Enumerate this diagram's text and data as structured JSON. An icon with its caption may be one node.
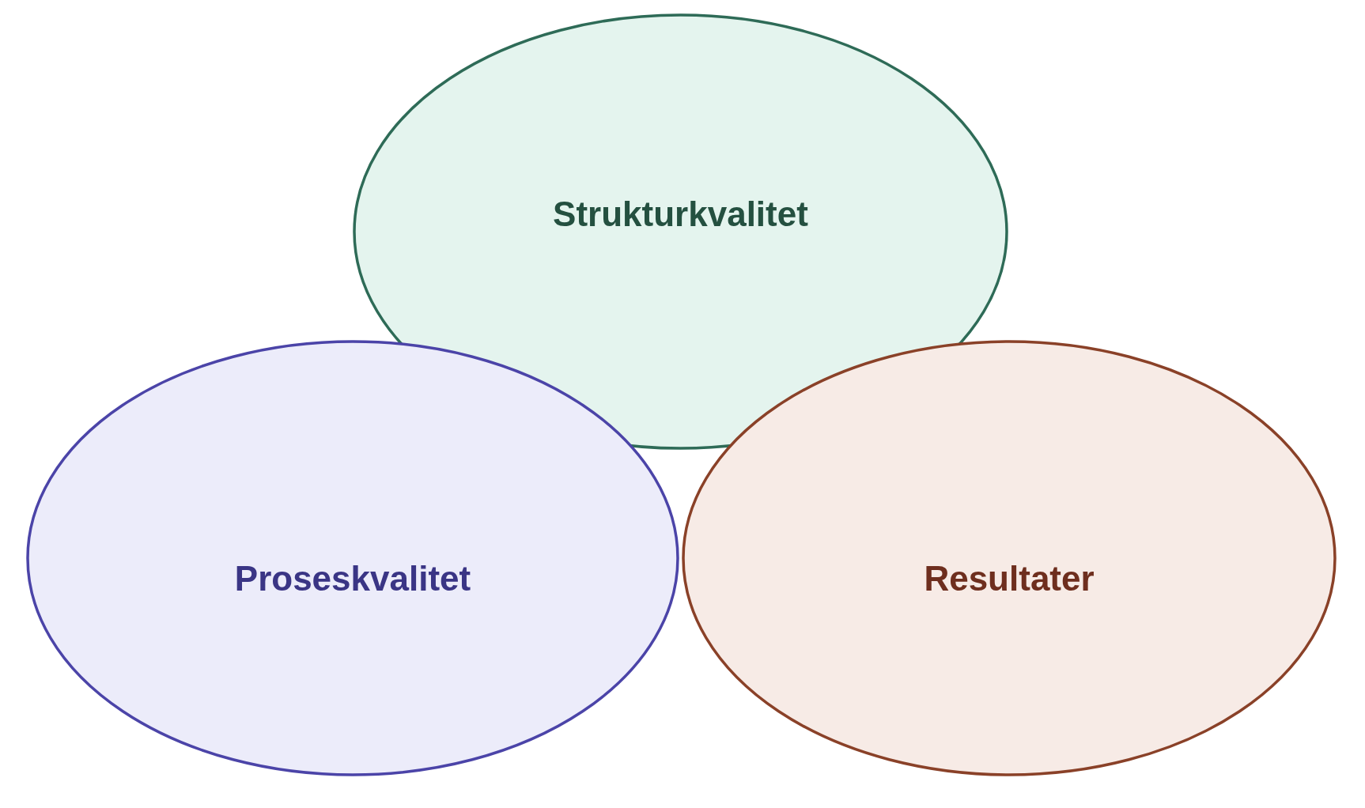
{
  "diagram": {
    "nodes": [
      {
        "text": [
          "Strukturkvalitet"
        ]
      },
      {
        "text": [
          "Proseskvalitet"
        ]
      },
      {
        "text": [
          "Resultater"
        ]
      }
    ]
  }
}
